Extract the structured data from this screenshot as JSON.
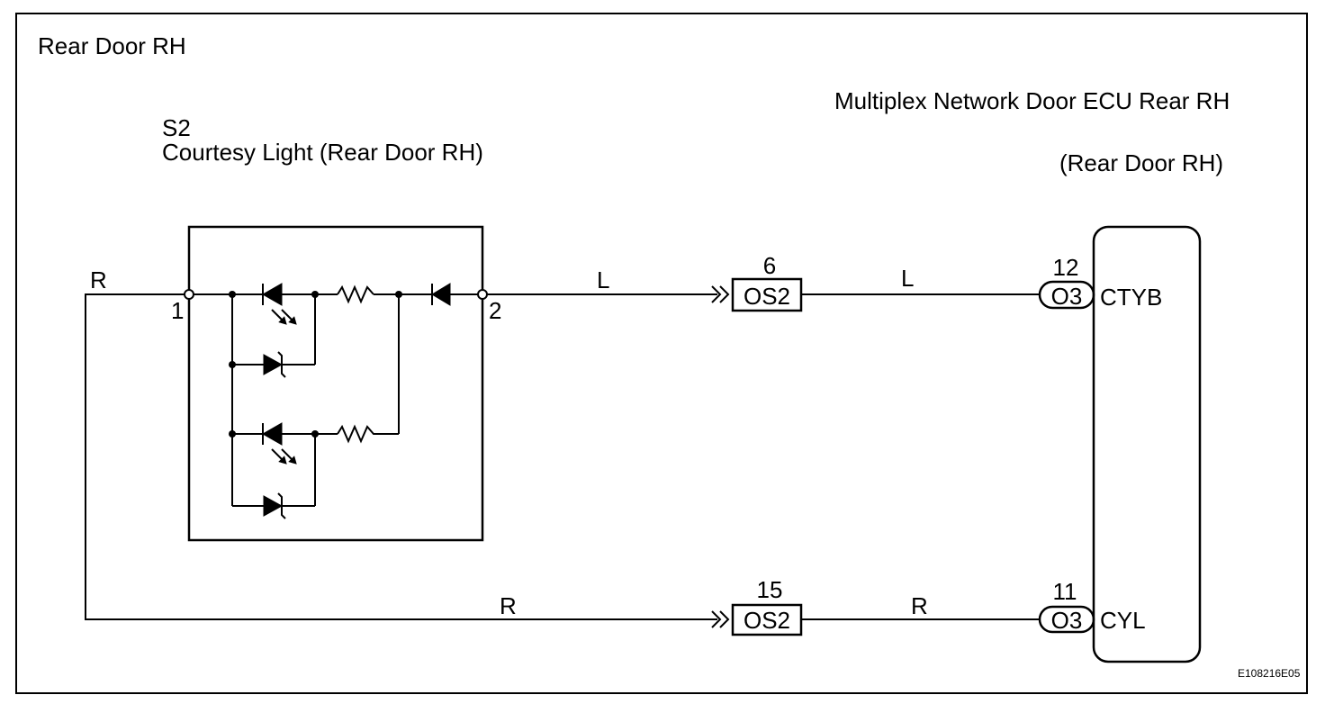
{
  "colors": {
    "ink": "#000000",
    "paper": "#ffffff"
  },
  "diagram": {
    "title": "Rear Door RH",
    "figure_id": "E108216E05"
  },
  "ecu": {
    "name": "Multiplex Network Door ECU Rear RH",
    "location": "(Rear Door RH)"
  },
  "courtesy_light": {
    "code": "S2",
    "name": "Courtesy Light (Rear Door RH)",
    "pin_in": "1",
    "pin_out": "2",
    "feed_wire_color": "R"
  },
  "circuits": {
    "upper": {
      "wire_color_a": "L",
      "junction_pin": "6",
      "junction_code": "OS2",
      "wire_color_b": "L",
      "ecu_pin": "12",
      "ecu_connector": "O3",
      "terminal": "CTYB"
    },
    "lower": {
      "wire_color_a": "R",
      "junction_pin": "15",
      "junction_code": "OS2",
      "wire_color_b": "R",
      "ecu_pin": "11",
      "ecu_connector": "O3",
      "terminal": "CYL"
    }
  }
}
